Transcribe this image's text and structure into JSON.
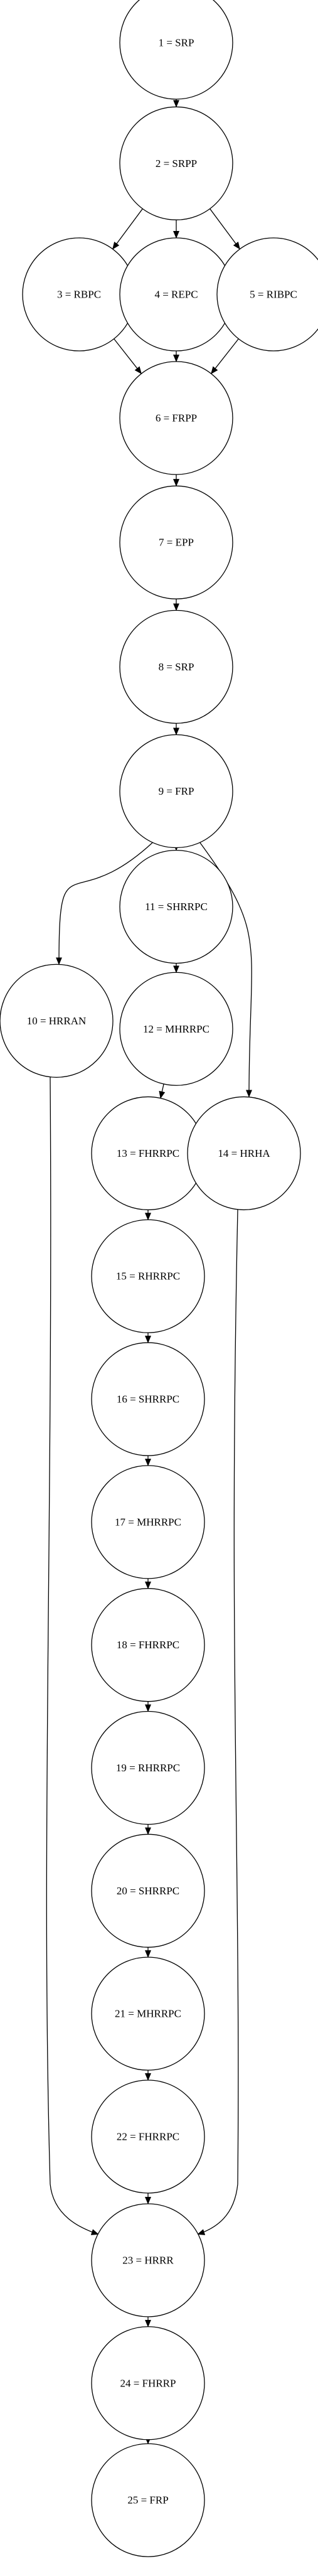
{
  "diagram": {
    "colors": {
      "stroke": "#000000",
      "fill": "#ffffff",
      "text": "#000000"
    },
    "nodes": [
      {
        "id": "1",
        "label": "1 = SRP"
      },
      {
        "id": "2",
        "label": "2 = SRPP"
      },
      {
        "id": "3",
        "label": "3 = RBPC"
      },
      {
        "id": "4",
        "label": "4 = REPC"
      },
      {
        "id": "5",
        "label": "5 = RIBPC"
      },
      {
        "id": "6",
        "label": "6 = FRPP"
      },
      {
        "id": "7",
        "label": "7 = EPP"
      },
      {
        "id": "8",
        "label": "8 = SRP"
      },
      {
        "id": "9",
        "label": "9 = FRP"
      },
      {
        "id": "10",
        "label": "10 = HRRAN"
      },
      {
        "id": "11",
        "label": "11 = SHRRPC"
      },
      {
        "id": "12",
        "label": "12 = MHRRPC"
      },
      {
        "id": "13",
        "label": "13 = FHRRPC"
      },
      {
        "id": "14",
        "label": "14 = HRHA"
      },
      {
        "id": "15",
        "label": "15 = RHRRPC"
      },
      {
        "id": "16",
        "label": "16 = SHRRPC"
      },
      {
        "id": "17",
        "label": "17 = MHRRPC"
      },
      {
        "id": "18",
        "label": "18 = FHRRPC"
      },
      {
        "id": "19",
        "label": "19 = RHRRPC"
      },
      {
        "id": "20",
        "label": "20 = SHRRPC"
      },
      {
        "id": "21",
        "label": "21 = MHRRPC"
      },
      {
        "id": "22",
        "label": "22 = FHRRPC"
      },
      {
        "id": "23",
        "label": "23 = HRRR"
      },
      {
        "id": "24",
        "label": "24 = FHRRP"
      },
      {
        "id": "25",
        "label": "25 = FRP"
      }
    ],
    "edges": [
      {
        "from": "1",
        "to": "2"
      },
      {
        "from": "2",
        "to": "3"
      },
      {
        "from": "2",
        "to": "4"
      },
      {
        "from": "2",
        "to": "5"
      },
      {
        "from": "3",
        "to": "6"
      },
      {
        "from": "4",
        "to": "6"
      },
      {
        "from": "5",
        "to": "6"
      },
      {
        "from": "6",
        "to": "7"
      },
      {
        "from": "7",
        "to": "8"
      },
      {
        "from": "8",
        "to": "9"
      },
      {
        "from": "9",
        "to": "10"
      },
      {
        "from": "9",
        "to": "11"
      },
      {
        "from": "9",
        "to": "14"
      },
      {
        "from": "11",
        "to": "12"
      },
      {
        "from": "12",
        "to": "13"
      },
      {
        "from": "13",
        "to": "15"
      },
      {
        "from": "15",
        "to": "16"
      },
      {
        "from": "16",
        "to": "17"
      },
      {
        "from": "17",
        "to": "18"
      },
      {
        "from": "18",
        "to": "19"
      },
      {
        "from": "19",
        "to": "20"
      },
      {
        "from": "20",
        "to": "21"
      },
      {
        "from": "21",
        "to": "22"
      },
      {
        "from": "10",
        "to": "23"
      },
      {
        "from": "22",
        "to": "23"
      },
      {
        "from": "14",
        "to": "23"
      },
      {
        "from": "23",
        "to": "24"
      },
      {
        "from": "24",
        "to": "25"
      }
    ]
  }
}
